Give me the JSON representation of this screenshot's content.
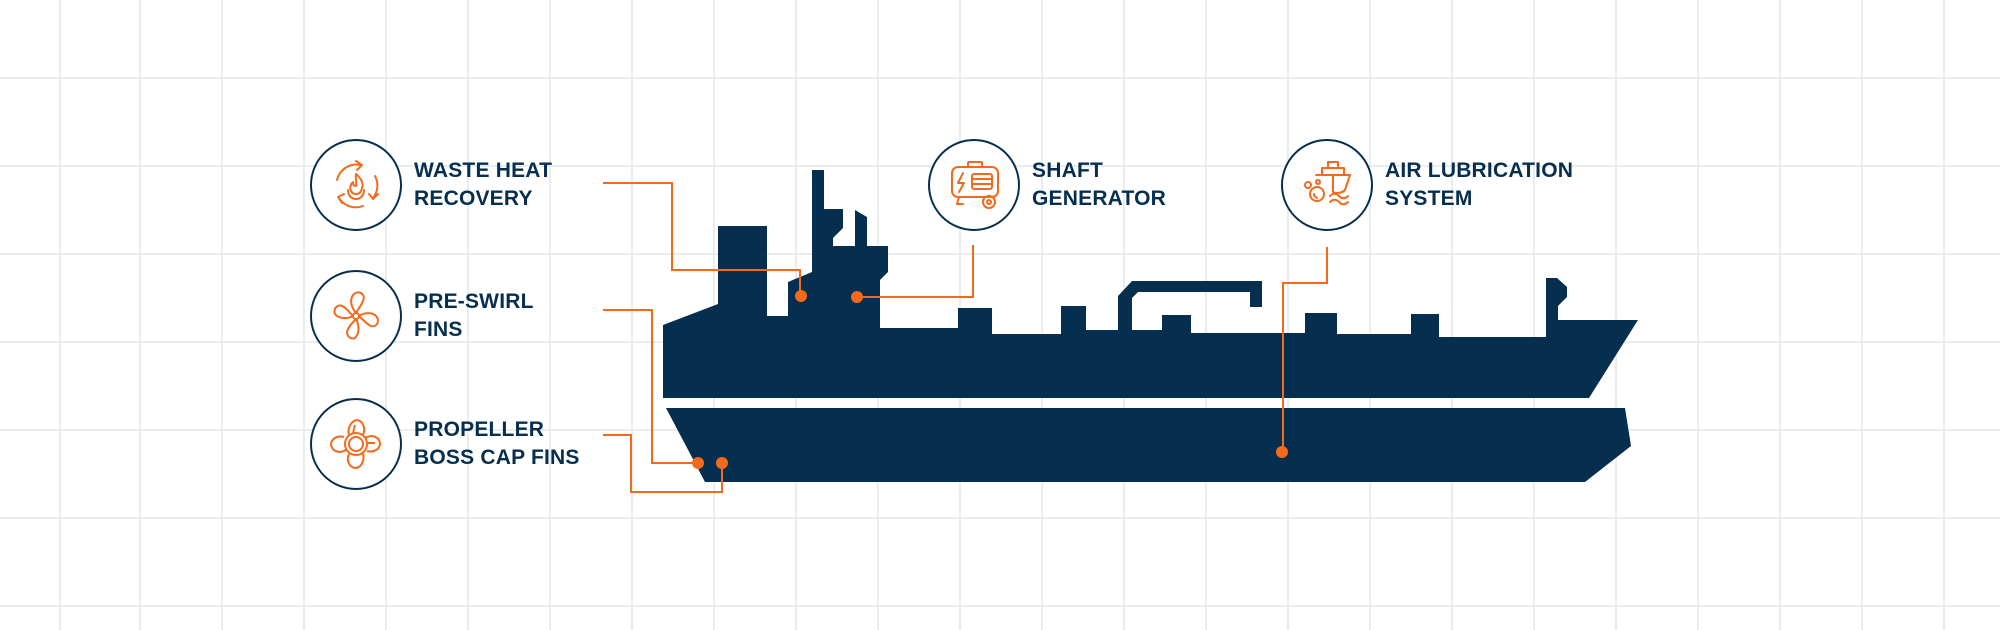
{
  "colors": {
    "navy": "#062e4e",
    "accent": "#f46a1c",
    "grid": "#e4e6e8",
    "background": "#ffffff"
  },
  "features": {
    "waste_heat": {
      "line1": "WASTE HEAT",
      "line2": "RECOVERY",
      "icon": "recycle-flame-icon"
    },
    "pre_swirl": {
      "line1": "PRE-SWIRL",
      "line2": "FINS",
      "icon": "propeller-fins-icon"
    },
    "boss_cap": {
      "line1": "PROPELLER",
      "line2": "BOSS CAP FINS",
      "icon": "boss-cap-propeller-icon"
    },
    "shaft_generator": {
      "line1": "SHAFT",
      "line2": "GENERATOR",
      "icon": "generator-icon"
    },
    "air_lubrication": {
      "line1": "AIR LUBRICATION",
      "line2": "SYSTEM",
      "icon": "ship-bubbles-icon"
    }
  }
}
